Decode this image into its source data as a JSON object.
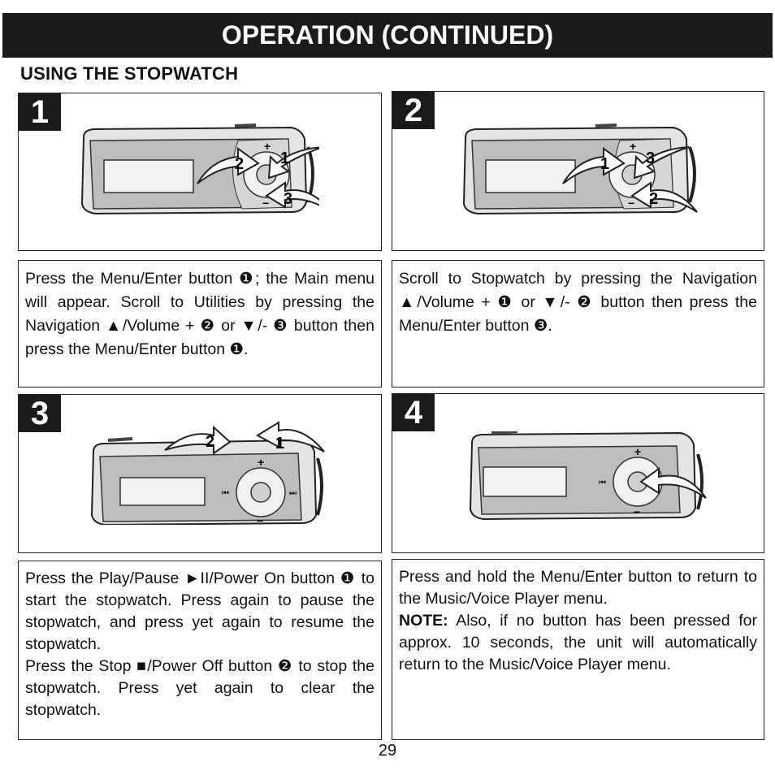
{
  "header": {
    "title": "OPERATION (CONTINUED)"
  },
  "section": {
    "title": "USING THE STOPWATCH"
  },
  "steps": [
    {
      "number": "1",
      "callouts": [
        "2",
        "1",
        "3"
      ],
      "text_parts": [
        "Press the Menu/Enter button ",
        "❶",
        "; the Main menu will appear. Scroll to Utilities by pressing the Navigation ",
        "▲",
        "/Volume + ",
        "❷",
        " or ",
        "▼",
        "/- ",
        "❸",
        " button then press the Menu/Enter button ",
        "❶",
        "."
      ]
    },
    {
      "number": "2",
      "callouts": [
        "1",
        "3",
        "2"
      ],
      "text_parts": [
        "Scroll to Stopwatch by pressing the Navigation ",
        "▲",
        "/Volume + ",
        "❶",
        " or ",
        "▼",
        "/- ",
        "❷",
        " button then press the Menu/Enter button ",
        "❸",
        "."
      ]
    },
    {
      "number": "3",
      "callouts": [
        "2",
        "1"
      ],
      "para1_parts": [
        "Press the Play/Pause ",
        "►II",
        "/Power On button ",
        "❶",
        " to start the stopwatch. Press again to pause the stopwatch, and press yet again to resume the stopwatch."
      ],
      "para2_parts": [
        "Press the Stop ",
        "■",
        "/Power Off  button ",
        "❷",
        " to stop the stopwatch. Press yet again to clear the stopwatch."
      ]
    },
    {
      "number": "4",
      "text": "Press and hold the Menu/Enter button to return to the Music/Voice Player menu.",
      "note_label": "NOTE:",
      "note_text": " Also, if no button has been pressed for approx. 10 seconds, the unit will automatically return to the Music/Voice Player menu."
    }
  ],
  "device_marks": {
    "plus": "+",
    "minus": "−",
    "prev": "⏮",
    "next": "⏭"
  },
  "page_number": "29"
}
